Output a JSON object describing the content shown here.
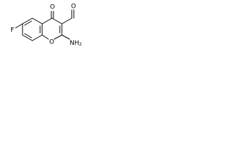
{
  "labels": {
    "oxygen_carbonyl": "O",
    "oxygen_aldehyde": "O",
    "oxygen_ring": "O",
    "fluorine": "F",
    "amine": "NH",
    "amine_subscript": "2"
  }
}
